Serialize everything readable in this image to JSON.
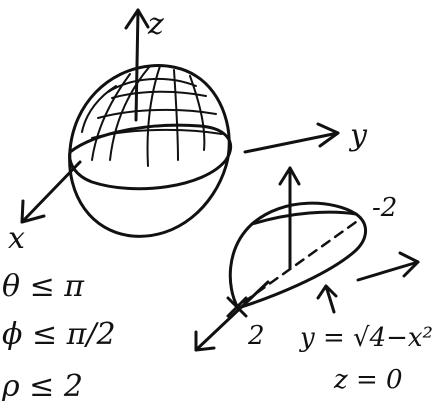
{
  "axes_3d_upper": {
    "z_label": "z",
    "y_label": "y",
    "x_label": "x"
  },
  "lower_figure": {
    "x_tick": "2",
    "y_tick": "-2",
    "curve_equation": "y = √4−x²",
    "plane_equation": "z = 0"
  },
  "inequalities": [
    "θ ≤ π",
    "ϕ ≤ π/2",
    "ρ ≤ 2"
  ]
}
